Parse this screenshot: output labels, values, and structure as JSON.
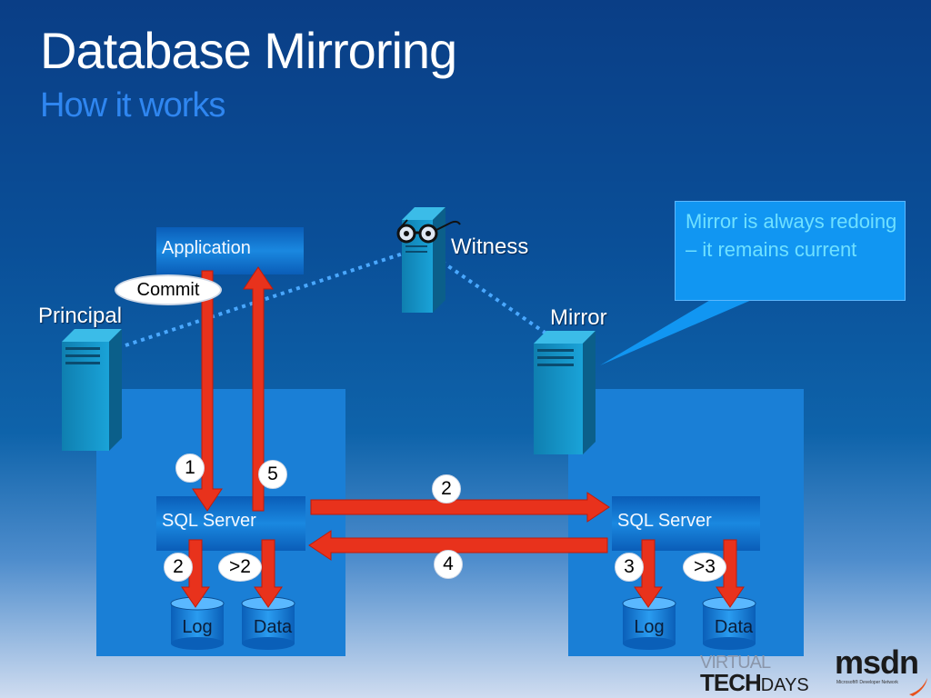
{
  "slide": {
    "title": "Database Mirroring",
    "subtitle": "How it works"
  },
  "diagram": {
    "application_label": "Application",
    "commit_label": "Commit",
    "principal_label": "Principal",
    "mirror_label": "Mirror",
    "witness_label": "Witness",
    "principal_server_label": "SQL Server",
    "mirror_server_label": "SQL Server",
    "principal_log_label": "Log",
    "principal_data_label": "Data",
    "mirror_log_label": "Log",
    "mirror_data_label": "Data",
    "steps": {
      "step1": "1",
      "step5": "5",
      "step2_top": "2",
      "step4": "4",
      "step2_log": "2",
      "step_gt2": ">2",
      "step3": "3",
      "step_gt3": ">3"
    },
    "callout": "Mirror is always redoing – it remains current"
  },
  "branding": {
    "virtual": "VIRTUAL",
    "tech": "TECH",
    "days": "DAYS",
    "msdn": "msdn",
    "msdn_tagline": "Microsoft® Developer Network"
  },
  "colors": {
    "arrow": "#e8321c",
    "panel": "#1a7fd6",
    "callout": "#1196f2",
    "callout_text": "#6fe0ff",
    "subtitle": "#2f86f0",
    "server": "#1592c8"
  }
}
